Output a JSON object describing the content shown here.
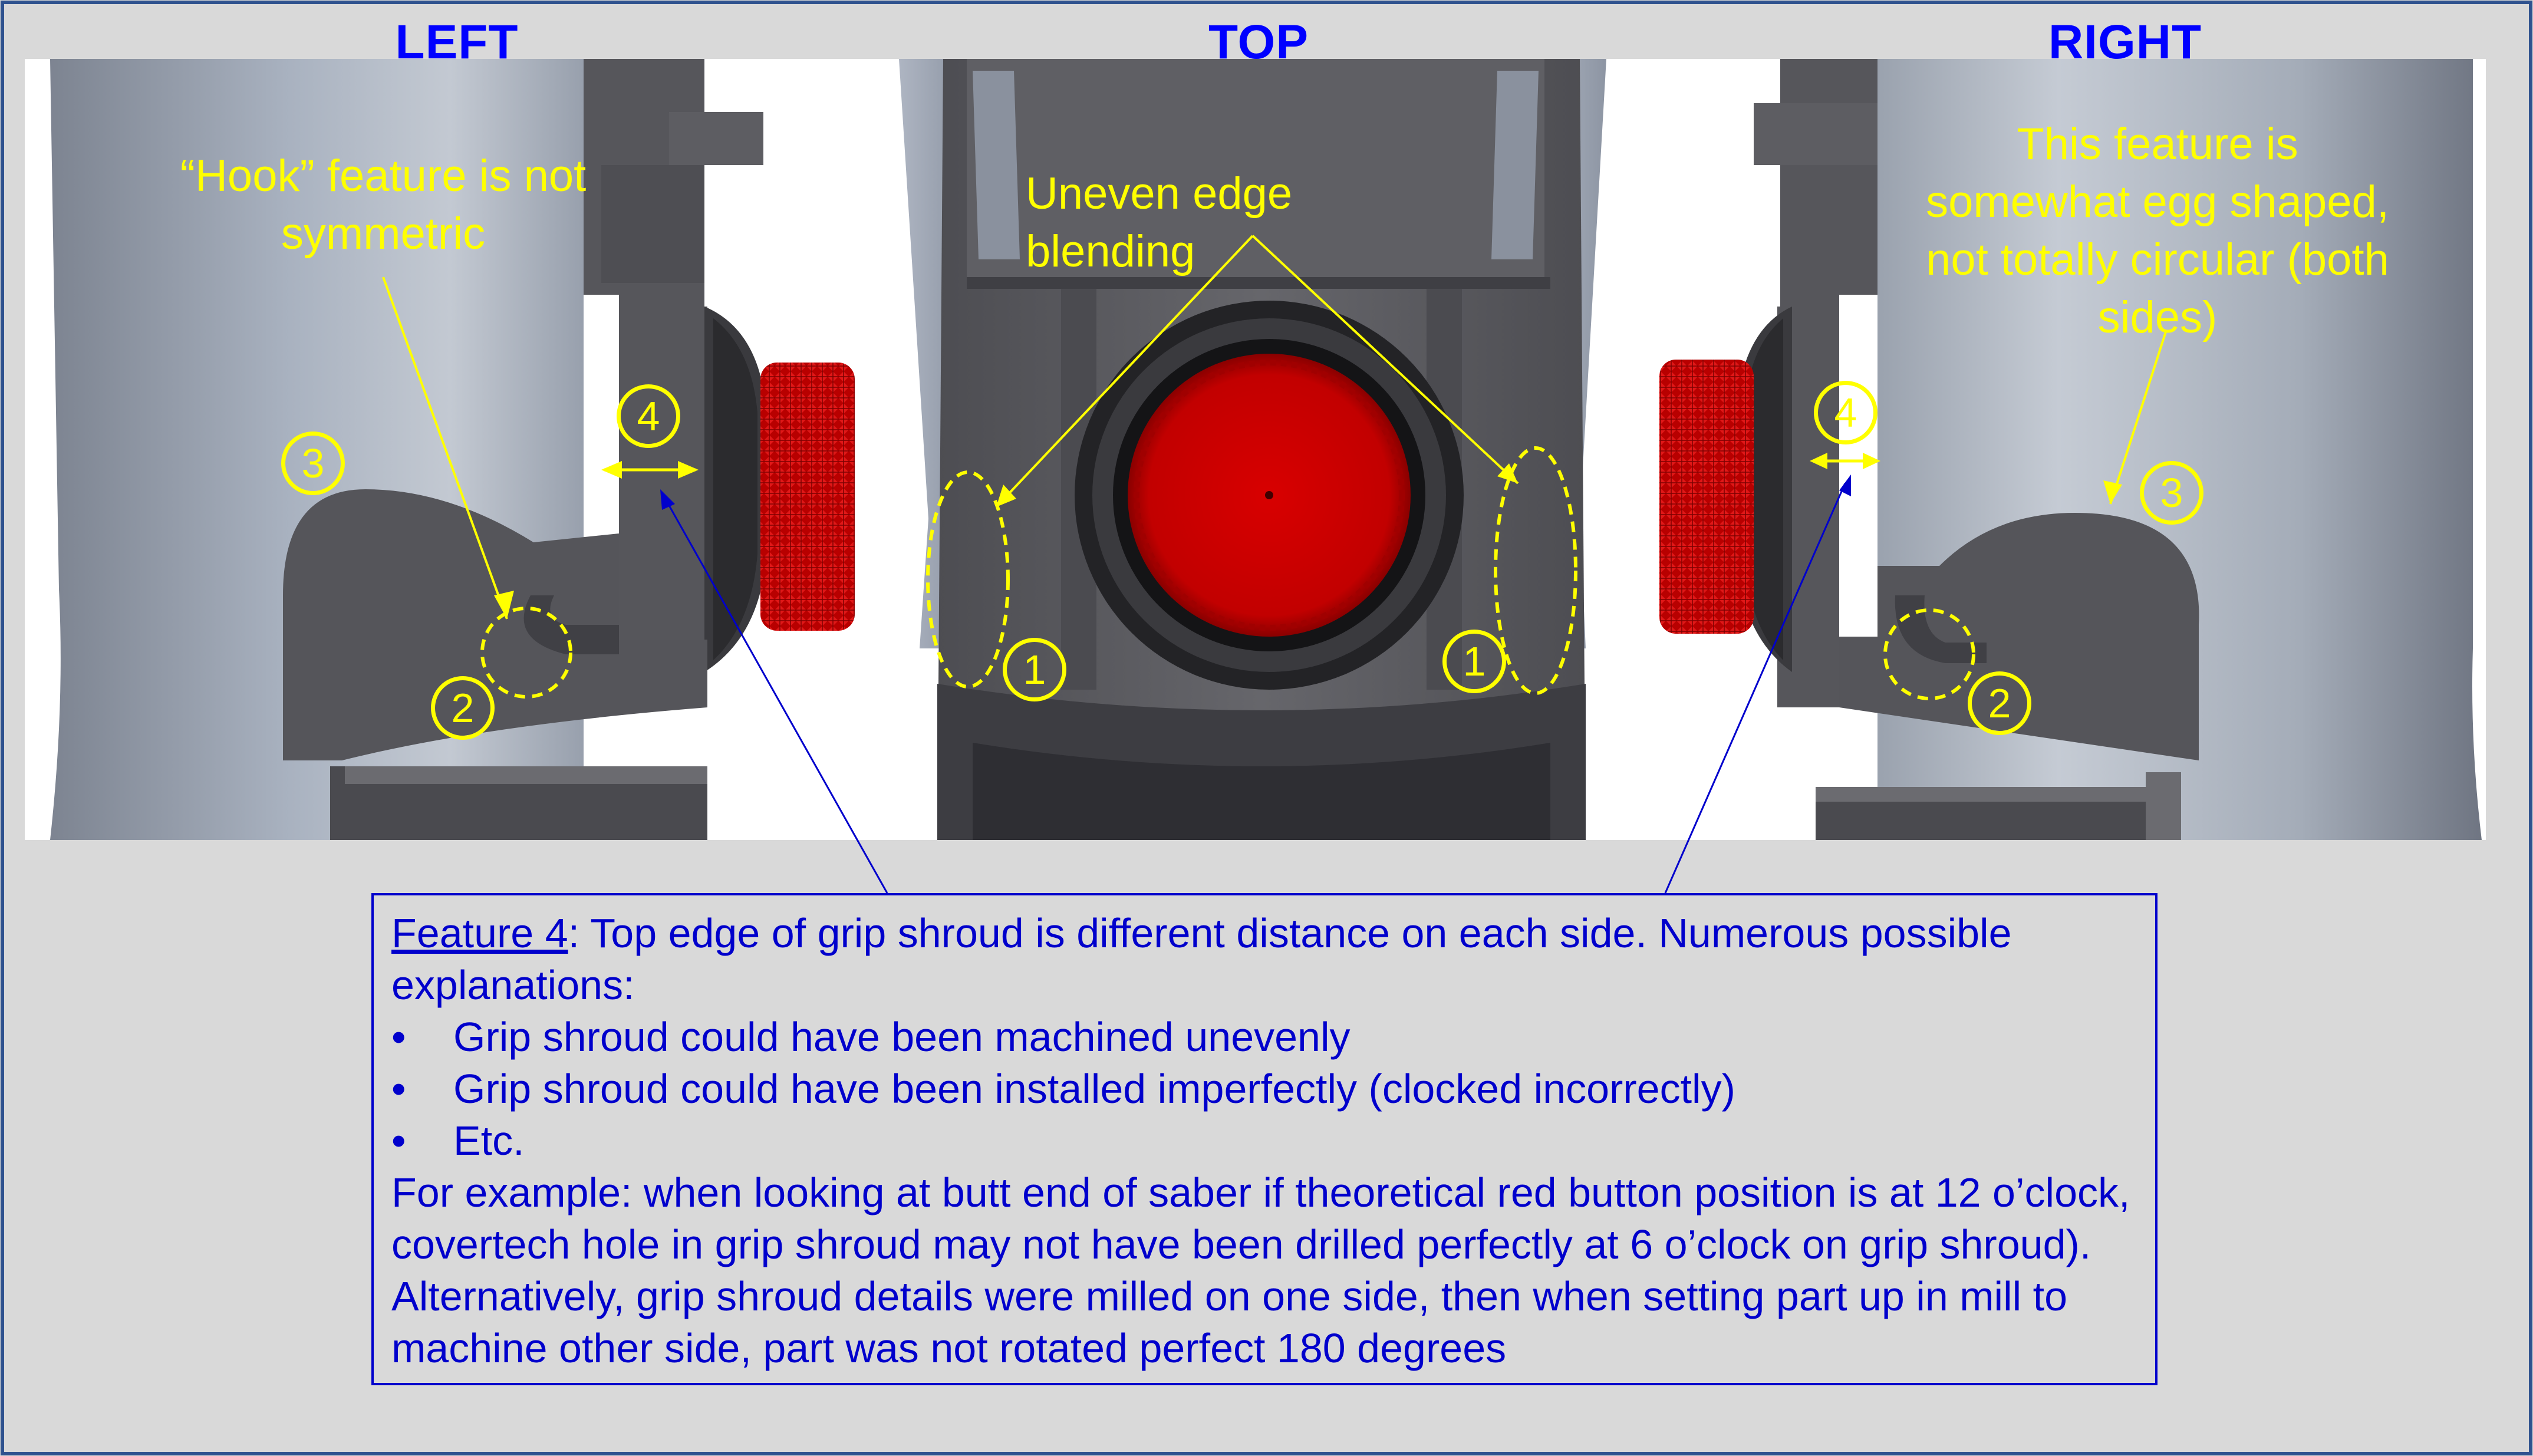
{
  "colors": {
    "background": "#d9d9d9",
    "border": "#2f528f",
    "heading": "#0000ff",
    "callout": "#ffff00",
    "note_text": "#0000cc",
    "leader_blue": "#0000cc",
    "metal_light": "#9aa3b2",
    "metal_dark": "#4a4a4e",
    "knob_red": "#cc0000"
  },
  "panels": {
    "left": {
      "title": "LEFT",
      "callout": [
        "“Hook” feature is not",
        "symmetric"
      ],
      "markers": [
        "3",
        "2",
        "4"
      ]
    },
    "top": {
      "title": "TOP",
      "callout": [
        "Uneven edge",
        "blending"
      ],
      "markers": [
        "1",
        "1"
      ]
    },
    "right": {
      "title": "RIGHT",
      "callout": [
        "This feature is",
        "somewhat egg shaped,",
        "not totally circular (both",
        "sides)"
      ],
      "markers": [
        "4",
        "3",
        "2"
      ]
    }
  },
  "note": {
    "feature_label": "Feature 4",
    "lead": ": Top edge of grip shroud is different distance on each side. Numerous possible explanations:",
    "bullet_glyph": "•",
    "bullets": [
      "Grip shroud could have been machined unevenly",
      "Grip shroud could have been installed imperfectly (clocked incorrectly)",
      "Etc."
    ],
    "example": "For example: when looking at butt end of saber if theoretical red button position is at 12 o’clock, covertech hole in grip shroud may not have been drilled perfectly at 6 o’clock on grip shroud). Alternatively, grip shroud details were milled on one side, then when setting part up in mill to machine other side, part was not rotated perfect 180 degrees"
  }
}
